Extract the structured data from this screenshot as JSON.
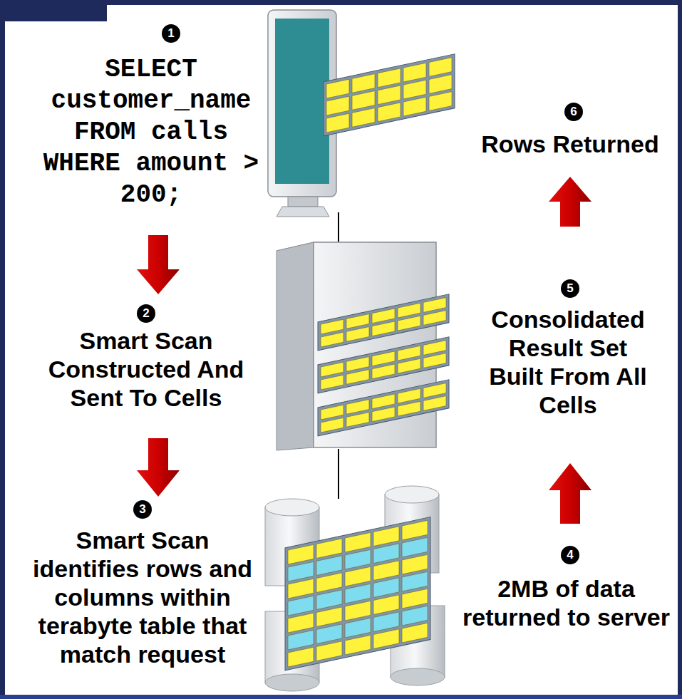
{
  "diagram": {
    "labels": [
      "1",
      "SELECT customer_name FROM calls WHERE amount > 200;",
      "6",
      "Rows Returned",
      "2",
      "Smart Scan Constructed And Sent To Cells",
      "5",
      "Consolidated Result Set Built From All Cells",
      "3",
      "Smart Scan identifies rows and columns within terabyte table that match request",
      "4",
      "2MB of data returned to server"
    ]
  }
}
